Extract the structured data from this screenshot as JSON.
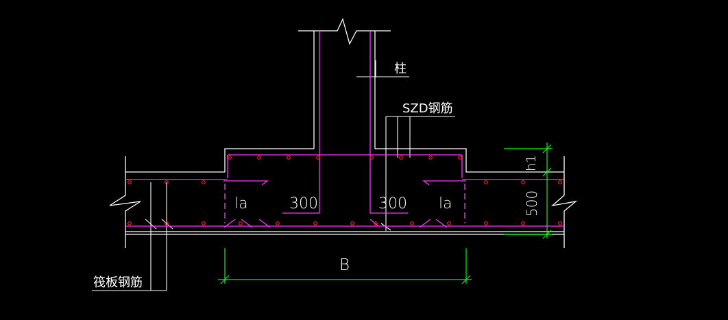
{
  "colors": {
    "background": "#000000",
    "outline": "#ffffff",
    "rebar": "#ff33ff",
    "rebar_dot": "#ff2020",
    "dimension": "#00ff00",
    "text": "#ffffff"
  },
  "labels": {
    "column": "柱",
    "szd_rebar": "SZD钢筋",
    "raft_rebar": "筏板钢筋",
    "la_left": "la",
    "la_right": "la",
    "len_left": "300",
    "len_right": "300",
    "dim_h1": "h1",
    "dim_thickness": "500",
    "dim_width": "B"
  },
  "icons": [
    "break-line-icon"
  ]
}
